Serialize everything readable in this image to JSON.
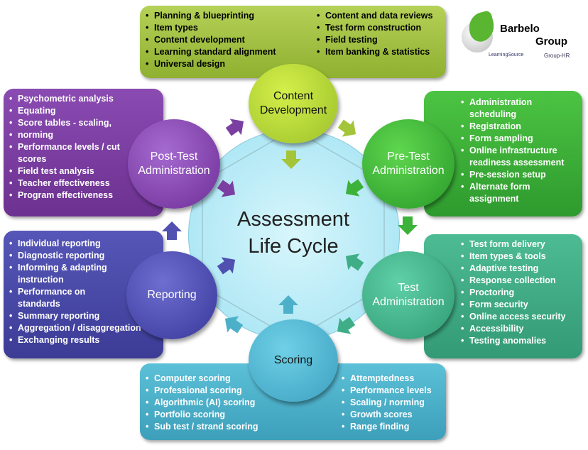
{
  "center": {
    "line1": "Assessment",
    "line2": "Life Cycle"
  },
  "stages": {
    "content": {
      "title1": "Content",
      "title2": "Development",
      "left": [
        "Planning & blueprinting",
        "Item types",
        "Content development",
        "Learning standard alignment",
        "Universal design"
      ],
      "right": [
        "Content and data reviews",
        "Test form construction",
        "Field testing",
        "Item banking & statistics"
      ]
    },
    "pretest": {
      "title1": "Pre-Test",
      "title2": "Administration",
      "items": [
        "Administration",
        "scheduling",
        "Registration",
        "Form sampling",
        "Online infrastructure",
        "readiness assessment",
        "Pre-session setup",
        "Alternate form",
        "assignment"
      ]
    },
    "testadmin": {
      "title1": "Test",
      "title2": "Administration",
      "items": [
        "Test form delivery",
        "Item types & tools",
        "Adaptive testing",
        "Response collection",
        "Proctoring",
        "Form security",
        "Online access security",
        "Accessibility",
        "Testing anomalies"
      ]
    },
    "scoring": {
      "title1": "Scoring",
      "left": [
        "Computer scoring",
        "Professional scoring",
        "Algorithmic (AI) scoring",
        "Portfolio scoring",
        "Sub test / strand scoring"
      ],
      "right": [
        "Attemptedness",
        "Performance levels",
        "Scaling / norming",
        "Growth scores",
        "Range finding"
      ]
    },
    "reporting": {
      "title1": "Reporting",
      "items": [
        "Individual reporting",
        "Diagnostic reporting",
        "Informing & adapting",
        "instruction",
        "Performance on",
        "standards",
        "Summary reporting",
        "Aggregation / disaggregation",
        "Exchanging results"
      ]
    },
    "posttest": {
      "title1": "Post-Test",
      "title2": "Administration",
      "items": [
        "Psychometric analysis",
        "Equating",
        "Score tables - scaling,",
        "norming",
        "Performance levels / cut",
        "scores",
        "Field test analysis",
        "Teacher effectiveness",
        "Program effectiveness"
      ]
    }
  },
  "logo": {
    "line1": "Barbelo",
    "line2": "Group",
    "sub1": "LearningSource",
    "sub2": "Group-HR"
  },
  "colors": {
    "green1": "#9cbb3a",
    "green2": "#3db23a",
    "teal": "#3fae87",
    "blue": "#4db0c9",
    "indigo": "#4a4aa8",
    "purple": "#7a3fa0",
    "center": "#aee8f4"
  }
}
